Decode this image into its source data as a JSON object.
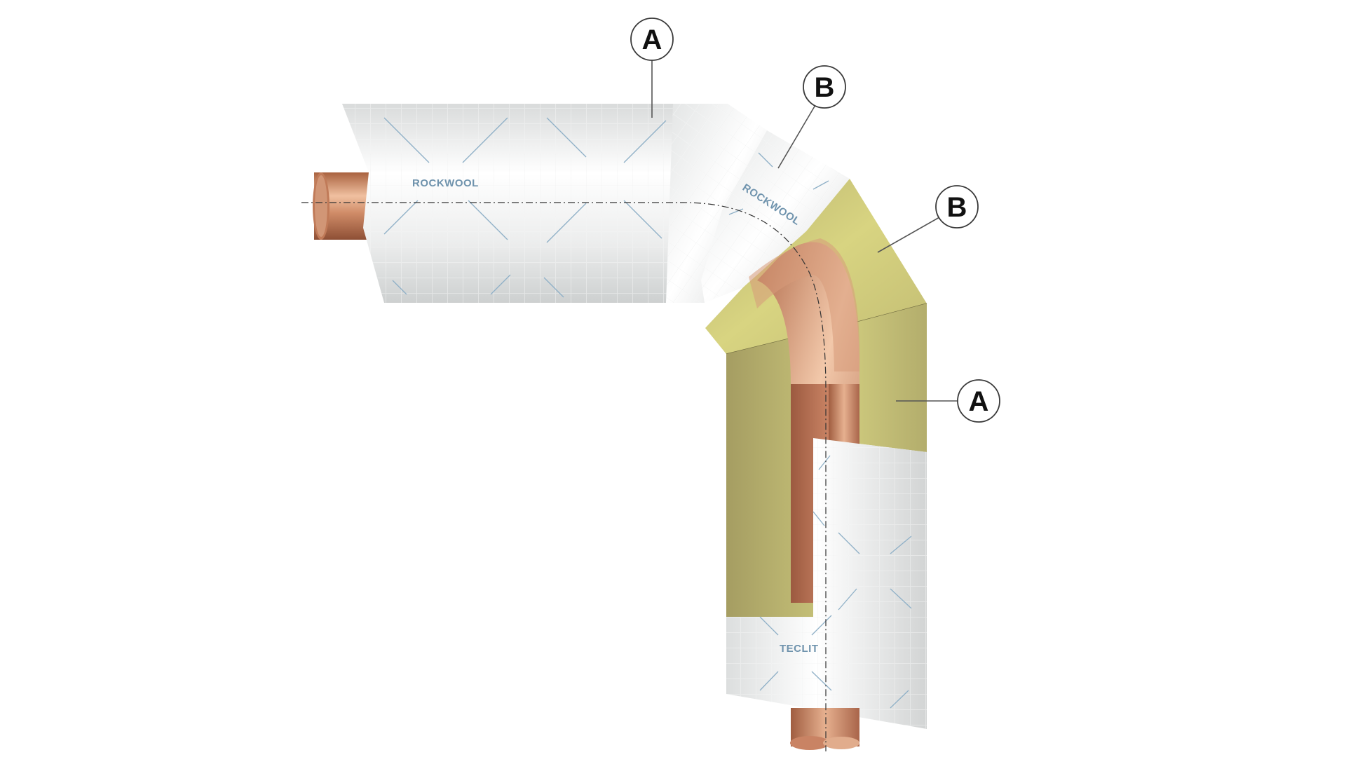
{
  "callouts": [
    {
      "letter": "A"
    },
    {
      "letter": "B"
    },
    {
      "letter": "B"
    },
    {
      "letter": "A"
    }
  ],
  "brands": {
    "horizontal_pipe_label": "ROCKWOOL",
    "bend_label": "ROCKWOOL",
    "vertical_pipe_label": "TECLIT"
  },
  "colors": {
    "copper_light": "#e8b28c",
    "copper_mid": "#c98362",
    "copper_dark": "#9a5a3f",
    "wool_light": "#d6d37f",
    "wool_dark": "#a7a065",
    "foil_light": "#fbfbfb",
    "foil_mid": "#e9eaea",
    "foil_dark": "#cfd1d1",
    "grid_line": "#ffffff",
    "brand_text": "#6f93ad",
    "hatch": "#8fb0c7",
    "callout_stroke": "#3a3a3a",
    "leader_line": "#555555"
  }
}
